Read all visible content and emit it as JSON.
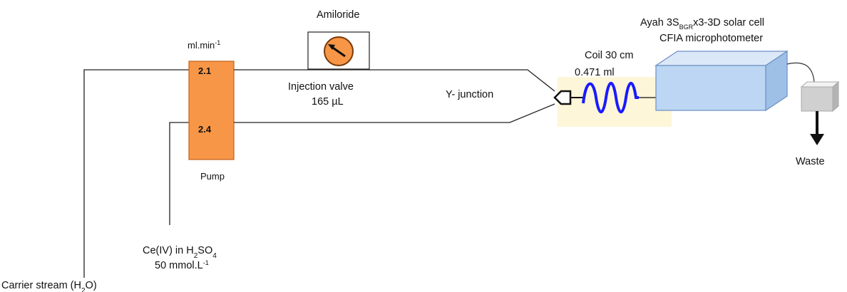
{
  "labels": {
    "amiloride": "Amiloride",
    "flow_unit": "ml.min",
    "flow_unit_sup": "-1",
    "rate_top": "2.1",
    "rate_bottom": "2.4",
    "pump": "Pump",
    "injection_valve": "Injection valve",
    "injection_volume": "165 µL",
    "y_junction": "Y- junction",
    "coil_length": "Coil 30 cm",
    "coil_volume": "0.471 ml",
    "detector_line1_a": "Ayah 3S",
    "detector_line1_sub": "BGR",
    "detector_line1_b": "x3-3D solar cell",
    "detector_line2": "CFIA microphotometer",
    "waste": "Waste",
    "reagent_a": "Ce(IV) in H",
    "reagent_sub1": "2",
    "reagent_b": "SO",
    "reagent_sub2": "4",
    "reagent_conc": "50  mmol.L",
    "reagent_conc_sup": "-1",
    "carrier_a": "Carrier stream (H",
    "carrier_sub": "2",
    "carrier_b": "O)"
  },
  "colors": {
    "pump_fill": "#f79646",
    "pump_stroke": "#c0601c",
    "valve_fill": "#f79646",
    "coil_stroke": "#1a1aff",
    "coil_highlight": "#fdf6d8",
    "detector_front": "#bcd6f3",
    "detector_top": "#dbe8f8",
    "detector_side": "#9fc0e6",
    "detector_stroke": "#6c8fc4",
    "waste_box": "#d0d0d0"
  }
}
